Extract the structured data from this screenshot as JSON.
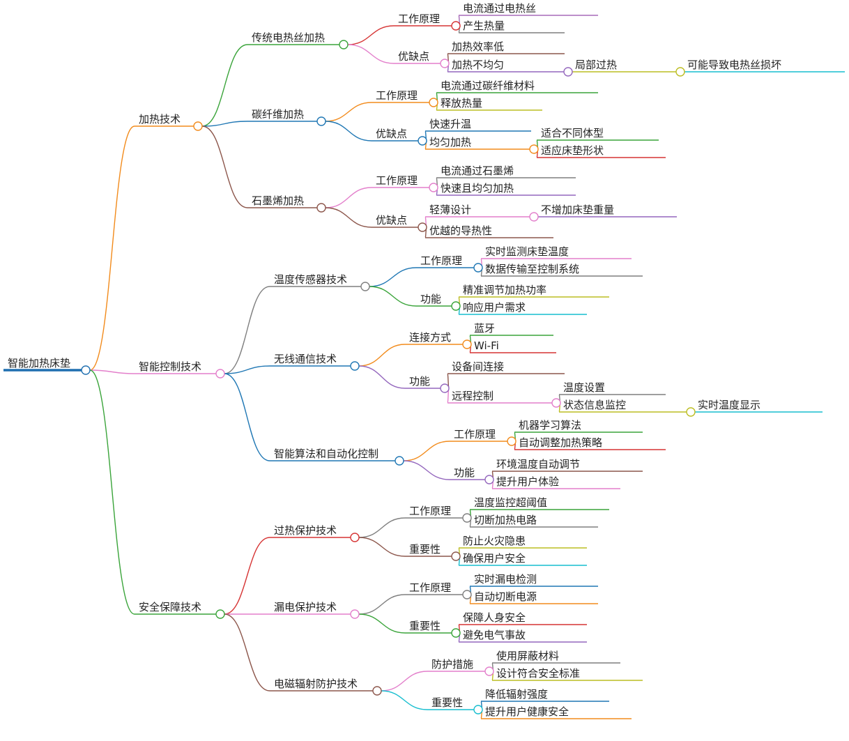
{
  "mindmap": {
    "root": "智能加热床垫",
    "branches": [
      {
        "label": "加热技术",
        "color": "#f28b1c",
        "children": [
          {
            "label": "传统电热丝加热",
            "color": "#3aa43a",
            "children": [
              {
                "label": "工作原理",
                "color": "#d63434",
                "children": [
                  {
                    "label": "电流通过电热丝",
                    "color": "#a76ab8"
                  },
                  {
                    "label": "产生热量",
                    "color": "#7f7f7f"
                  }
                ]
              },
              {
                "label": "优缺点",
                "color": "#e37fcb",
                "children": [
                  {
                    "label": "加热效率低",
                    "color": "#8c564b"
                  },
                  {
                    "label": "加热不均匀",
                    "color": "#9467bd",
                    "children": [
                      {
                        "label": "局部过热",
                        "color": "#bcbd22",
                        "children": [
                          {
                            "label": "可能导致电热丝损坏",
                            "color": "#17becf"
                          }
                        ]
                      }
                    ]
                  }
                ]
              }
            ]
          },
          {
            "label": "碳纤维加热",
            "color": "#1f77b4",
            "children": [
              {
                "label": "工作原理",
                "color": "#f28b1c",
                "children": [
                  {
                    "label": "电流通过碳纤维材料",
                    "color": "#3aa43a"
                  },
                  {
                    "label": "释放热量",
                    "color": "#bcbd22"
                  }
                ]
              },
              {
                "label": "优缺点",
                "color": "#1f77b4",
                "children": [
                  {
                    "label": "快速升温",
                    "color": "#1f77b4"
                  },
                  {
                    "label": "均匀加热",
                    "color": "#f28b1c",
                    "children": [
                      {
                        "label": "适合不同体型",
                        "color": "#3aa43a"
                      },
                      {
                        "label": "适应床垫形状",
                        "color": "#d63434"
                      }
                    ]
                  }
                ]
              }
            ]
          },
          {
            "label": "石墨烯加热",
            "color": "#8c564b",
            "children": [
              {
                "label": "工作原理",
                "color": "#e37fcb",
                "children": [
                  {
                    "label": "电流通过石墨烯",
                    "color": "#7f7f7f"
                  },
                  {
                    "label": "快速且均匀加热",
                    "color": "#9467bd"
                  }
                ]
              },
              {
                "label": "优缺点",
                "color": "#8c564b",
                "children": [
                  {
                    "label": "轻薄设计",
                    "color": "#e37fcb",
                    "children": [
                      {
                        "label": "不增加床垫重量",
                        "color": "#9467bd"
                      }
                    ]
                  },
                  {
                    "label": "优越的导热性",
                    "color": "#8c564b"
                  }
                ]
              }
            ]
          }
        ]
      },
      {
        "label": "智能控制技术",
        "color": "#e37fcb",
        "children": [
          {
            "label": "温度传感器技术",
            "color": "#7f7f7f",
            "children": [
              {
                "label": "工作原理",
                "color": "#1f77b4",
                "children": [
                  {
                    "label": "实时监测床垫温度",
                    "color": "#e37fcb"
                  },
                  {
                    "label": "数据传输至控制系统",
                    "color": "#7f7f7f"
                  }
                ]
              },
              {
                "label": "功能",
                "color": "#3aa43a",
                "children": [
                  {
                    "label": "精准调节加热功率",
                    "color": "#bcbd22"
                  },
                  {
                    "label": "响应用户需求",
                    "color": "#17becf"
                  }
                ]
              }
            ]
          },
          {
            "label": "无线通信技术",
            "color": "#1f77b4",
            "children": [
              {
                "label": "连接方式",
                "color": "#f28b1c",
                "children": [
                  {
                    "label": "蓝牙",
                    "color": "#3aa43a"
                  },
                  {
                    "label": "Wi-Fi",
                    "color": "#d63434"
                  }
                ]
              },
              {
                "label": "功能",
                "color": "#9467bd",
                "children": [
                  {
                    "label": "设备间连接",
                    "color": "#8c564b"
                  },
                  {
                    "label": "远程控制",
                    "color": "#e37fcb",
                    "children": [
                      {
                        "label": "温度设置",
                        "color": "#7f7f7f"
                      },
                      {
                        "label": "状态信息监控",
                        "color": "#bcbd22",
                        "children": [
                          {
                            "label": "实时温度显示",
                            "color": "#17becf"
                          }
                        ]
                      }
                    ]
                  }
                ]
              }
            ]
          },
          {
            "label": "智能算法和自动化控制",
            "color": "#1f77b4",
            "children": [
              {
                "label": "工作原理",
                "color": "#f28b1c",
                "children": [
                  {
                    "label": "机器学习算法",
                    "color": "#3aa43a"
                  },
                  {
                    "label": "自动调整加热策略",
                    "color": "#d63434"
                  }
                ]
              },
              {
                "label": "功能",
                "color": "#9467bd",
                "children": [
                  {
                    "label": "环境温度自动调节",
                    "color": "#8c564b"
                  },
                  {
                    "label": "提升用户体验",
                    "color": "#e37fcb"
                  }
                ]
              }
            ]
          }
        ]
      },
      {
        "label": "安全保障技术",
        "color": "#3aa43a",
        "children": [
          {
            "label": "过热保护技术",
            "color": "#d63434",
            "children": [
              {
                "label": "工作原理",
                "color": "#7f7f7f",
                "children": [
                  {
                    "label": "温度监控超阈值",
                    "color": "#3aa43a"
                  },
                  {
                    "label": "切断加热电路",
                    "color": "#7f7f7f"
                  }
                ]
              },
              {
                "label": "重要性",
                "color": "#8c564b",
                "children": [
                  {
                    "label": "防止火灾隐患",
                    "color": "#bcbd22"
                  },
                  {
                    "label": "确保用户安全",
                    "color": "#17becf"
                  }
                ]
              }
            ]
          },
          {
            "label": "漏电保护技术",
            "color": "#e37fcb",
            "children": [
              {
                "label": "工作原理",
                "color": "#7f7f7f",
                "children": [
                  {
                    "label": "实时漏电检测",
                    "color": "#1f77b4"
                  },
                  {
                    "label": "自动切断电源",
                    "color": "#f28b1c"
                  }
                ]
              },
              {
                "label": "重要性",
                "color": "#3aa43a",
                "children": [
                  {
                    "label": "保障人身安全",
                    "color": "#d63434"
                  },
                  {
                    "label": "避免电气事故",
                    "color": "#9467bd"
                  }
                ]
              }
            ]
          },
          {
            "label": "电磁辐射防护技术",
            "color": "#8c564b",
            "children": [
              {
                "label": "防护措施",
                "color": "#e37fcb",
                "children": [
                  {
                    "label": "使用屏蔽材料",
                    "color": "#7f7f7f"
                  },
                  {
                    "label": "设计符合安全标准",
                    "color": "#bcbd22"
                  }
                ]
              },
              {
                "label": "重要性",
                "color": "#17becf",
                "children": [
                  {
                    "label": "降低辐射强度",
                    "color": "#1f77b4"
                  },
                  {
                    "label": "提升用户健康安全",
                    "color": "#f28b1c"
                  }
                ]
              }
            ]
          }
        ]
      }
    ]
  },
  "colors": {
    "root_underline": "#1f6fb0",
    "text": "#222222",
    "background": "#ffffff"
  }
}
